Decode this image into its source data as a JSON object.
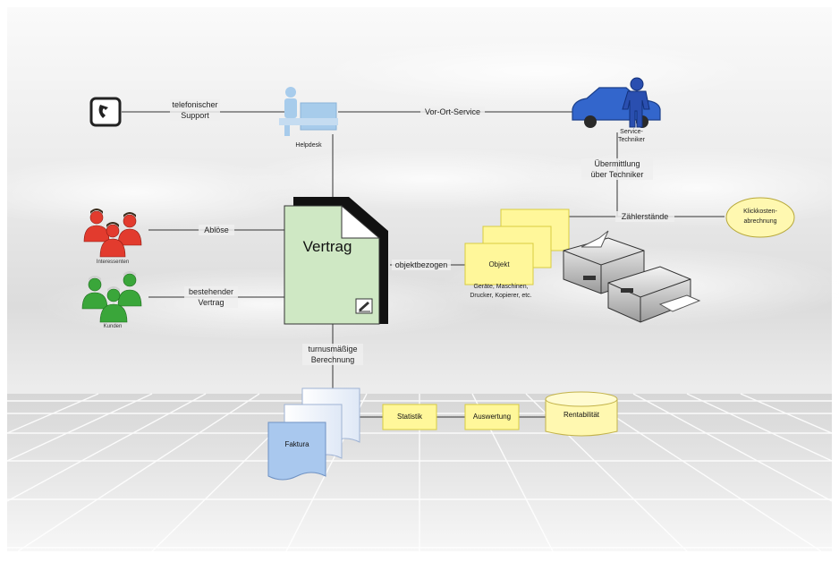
{
  "diagram": {
    "nodes": {
      "vertrag": "Vertrag",
      "helpdesk": "Helpdesk",
      "service_techniker": [
        "Service-",
        "Techniker"
      ],
      "interessenten": "Interessenten",
      "kunden": "Kunden",
      "objekt": "Objekt",
      "objekt_examples": [
        "Geräte, Maschinen,",
        "Drucker, Kopierer, etc."
      ],
      "klickkosten": [
        "Klickkosten-",
        "abrechnung"
      ],
      "faktura": "Faktura",
      "statistik": "Statistik",
      "auswertung": "Auswertung",
      "rentabilitaet": "Rentabilität"
    },
    "edges": {
      "telefonischer_support": [
        "telefonischer",
        "Support"
      ],
      "vor_ort_service": "Vor-Ort-Service",
      "uebermittlung": [
        "Übermittlung",
        "über Techniker"
      ],
      "zaehlerstaende": "Zählerstände",
      "abloese": "Ablöse",
      "bestehender_vertrag": [
        "bestehender",
        "Vertrag"
      ],
      "objektbezogen": "objektbezogen",
      "turnusmaessige": [
        "turnusmäßige",
        "Berechnung"
      ]
    },
    "colors": {
      "vertrag_fill": "#cfe8c4",
      "yellow_box": "#fff79a",
      "faktura_fill": "#a9c8ee",
      "car": "#3366cc",
      "people_red": "#e23b2e",
      "people_green": "#3aa63a"
    }
  }
}
